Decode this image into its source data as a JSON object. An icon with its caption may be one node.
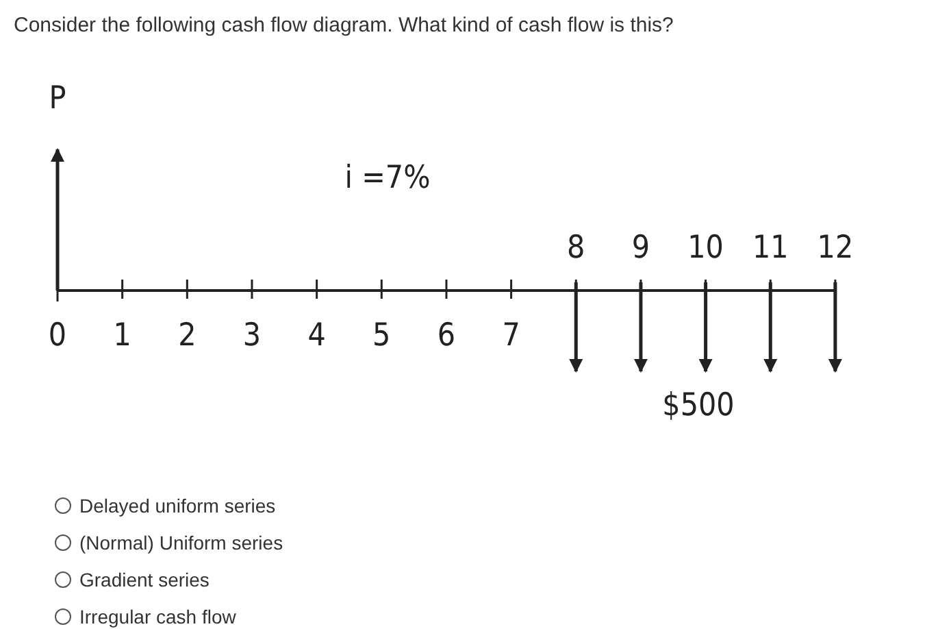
{
  "diagram": {
    "title": "Consider the following cash flow diagram. What kind of cash flow is this?",
    "labels": [
      "P",
      "i =7%",
      "8",
      "9",
      "10",
      "11",
      "12",
      "0",
      "1",
      "2",
      "3",
      "4",
      "5",
      "6",
      "7",
      "$500",
      "Delayed uniform series",
      "(Normal) Uniform series",
      "Gradient series",
      "Irregular cash flow"
    ]
  }
}
